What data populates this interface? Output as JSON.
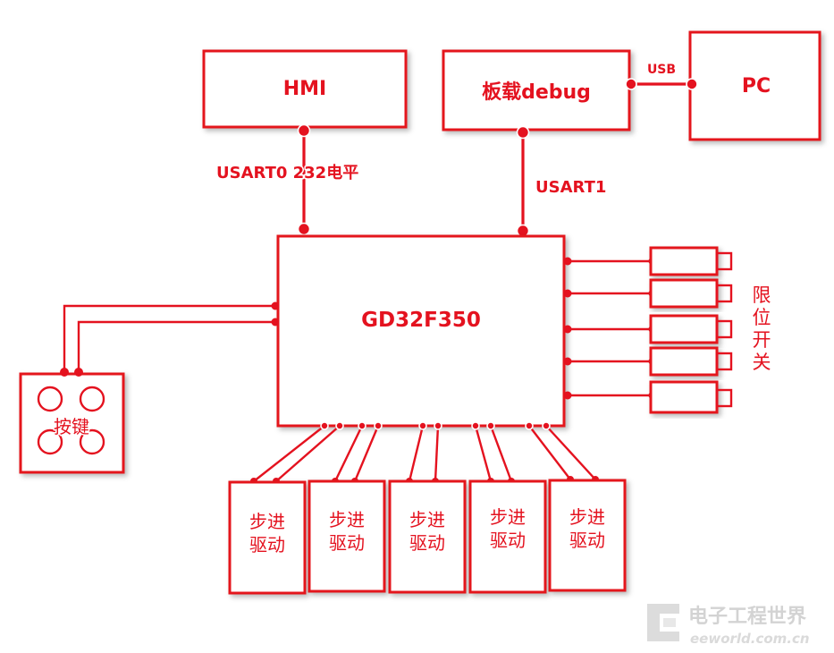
{
  "blocks": {
    "hmi": "HMI",
    "debug": "板载debug",
    "pc": "PC",
    "mcu": "GD32F350",
    "keys": "按键"
  },
  "links": {
    "usart0": "USART0 232电平",
    "usart1": "USART1",
    "usb": "USB"
  },
  "limit_switch_label": [
    "限",
    "位",
    "开",
    "关"
  ],
  "stepper_drivers": [
    {
      "line1": "步进",
      "line2": "驱动"
    },
    {
      "line1": "步进",
      "line2": "驱动"
    },
    {
      "line1": "步进",
      "line2": "驱动"
    },
    {
      "line1": "步进",
      "line2": "驱动"
    },
    {
      "line1": "步进",
      "line2": "驱动"
    }
  ],
  "watermark": {
    "main": "电子工程世界",
    "sub": "eeworld.com.cn"
  },
  "colors": {
    "accent": "#e4121f",
    "background": "#ffffff",
    "watermark": "#cfcfcf"
  }
}
